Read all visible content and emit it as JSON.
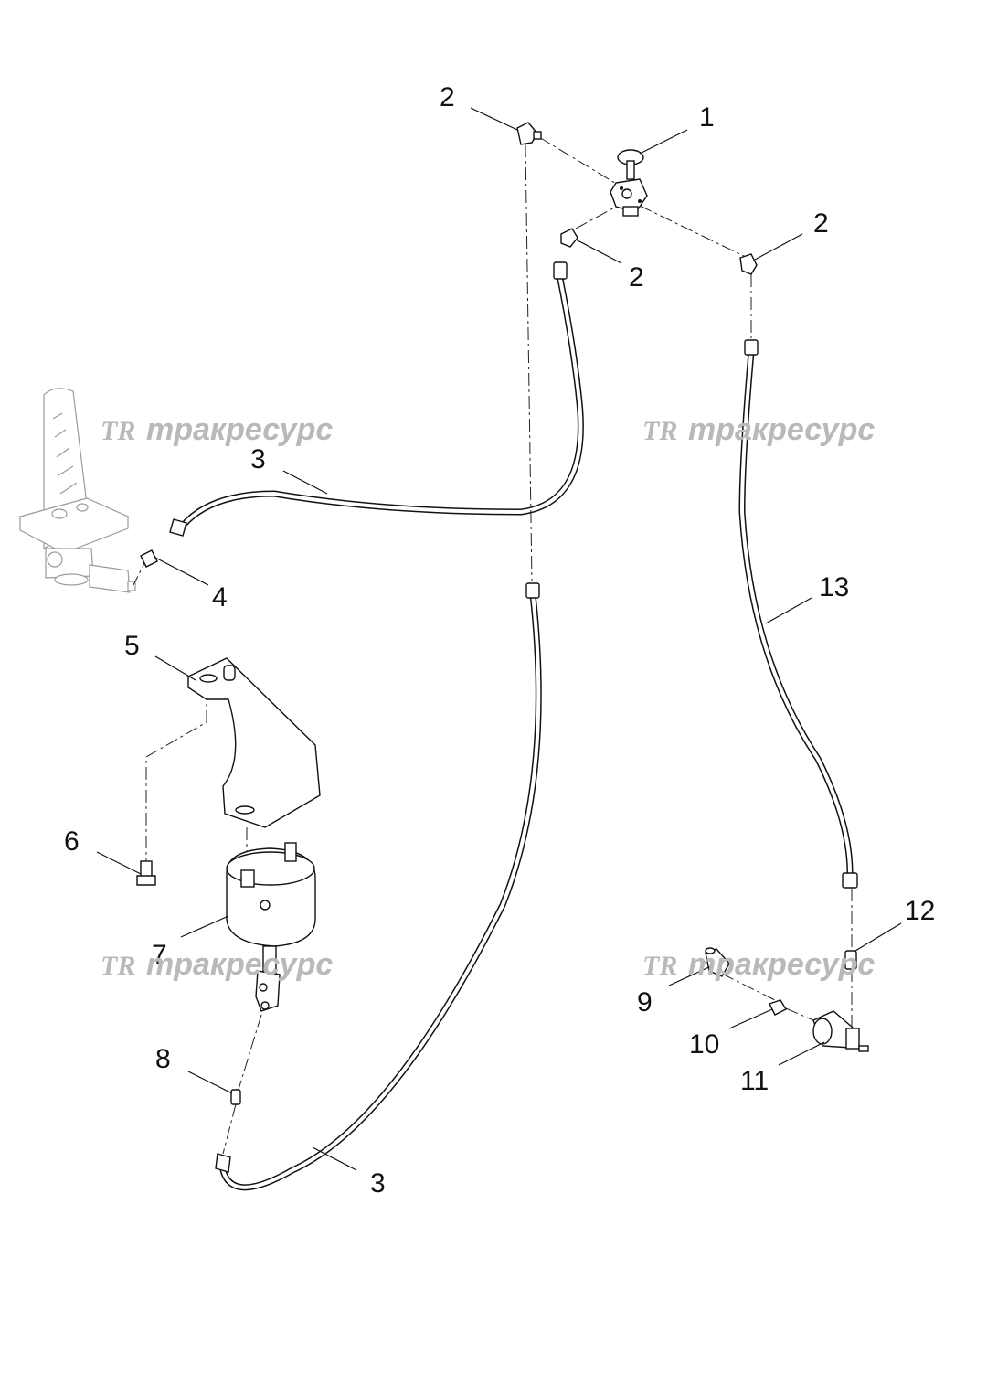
{
  "watermarks": [
    {
      "logo": "TR",
      "text": "тракресурс"
    },
    {
      "logo": "TR",
      "text": "тракресурс"
    },
    {
      "logo": "TR",
      "text": "тракресурс"
    },
    {
      "logo": "TR",
      "text": "тракресурс"
    }
  ],
  "callouts": {
    "c1": "1",
    "c2a": "2",
    "c2b": "2",
    "c2c": "2",
    "c3a": "3",
    "c3b": "3",
    "c4": "4",
    "c5": "5",
    "c6": "6",
    "c7": "7",
    "c8": "8",
    "c9": "9",
    "c10": "10",
    "c11": "11",
    "c12": "12",
    "c13": "13"
  }
}
